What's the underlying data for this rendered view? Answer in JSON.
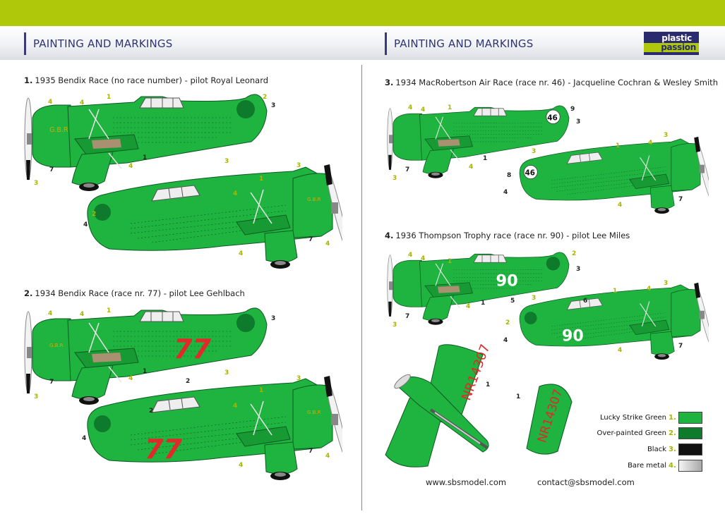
{
  "header": {
    "left_title": "PAINTING AND MARKINGS",
    "right_title": "PAINTING AND MARKINGS",
    "logo_line1": "plastic",
    "logo_line2": "passion"
  },
  "schemes": [
    {
      "no": "1.",
      "text": "1935 Bendix Race (no race number) - pilot Royal Leonard"
    },
    {
      "no": "2.",
      "text": "1934 Bendix Race (race nr. 77) - pilot Lee Gehlbach"
    },
    {
      "no": "3.",
      "text": "1934 MacRobertson Air Race (race nr. 46) - Jacqueline Cochran & Wesley Smith"
    },
    {
      "no": "4.",
      "text": "1936 Thompson Trophy race (race nr. 90) - pilot Lee Miles"
    }
  ],
  "markings": {
    "race_77": "77",
    "race_46": "46",
    "race_90": "90",
    "registration": "NR14307",
    "cowl_logo": "G.B.R"
  },
  "legend": [
    {
      "label": "Lucky Strike Green",
      "idx": "1.",
      "color": "#1fb33f"
    },
    {
      "label": "Over-painted Green",
      "idx": "2.",
      "color": "#0e7a2b"
    },
    {
      "label": "Black",
      "idx": "3.",
      "color": "#111111"
    },
    {
      "label": "Bare metal",
      "idx": "4.",
      "color": "#d0d0d0"
    }
  ],
  "footer": {
    "website": "www.sbsmodel.com",
    "contact": "contact@sbsmodel.com"
  },
  "callouts": {
    "n1": "1",
    "n2": "2",
    "n3": "3",
    "n4": "4",
    "n5": "5",
    "n6": "6",
    "n7": "7",
    "n8": "8",
    "n9": "9"
  },
  "colors": {
    "accent_lime": "#afc80a",
    "brand_navy": "#2f3570",
    "plane_green": "#1fb33f",
    "dark_green": "#0e7a2b"
  }
}
